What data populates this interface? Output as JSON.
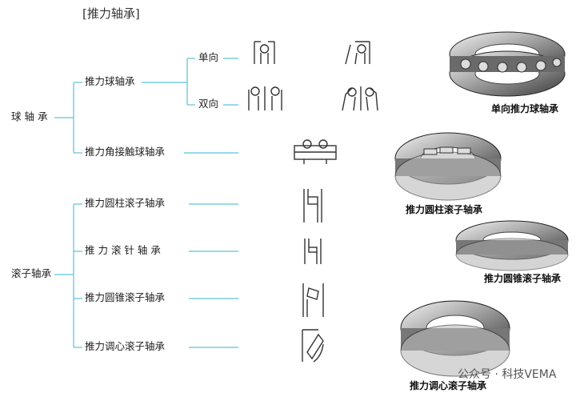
{
  "title": "[推力轴承]",
  "groups": {
    "ball": "球 轴 承",
    "roller": "滚子轴承"
  },
  "ball_items": {
    "thrust_ball": "推力球轴承",
    "single": "单向",
    "double": "双向",
    "angular": "推力角接触球轴承"
  },
  "roller_items": {
    "cylindrical": "推力圆柱滚子轴承",
    "needle": "推 力 滚 针 轴 承",
    "tapered": "推力圆锥滚子轴承",
    "spherical": "推力调心滚子轴承"
  },
  "photo_captions": {
    "p1": "单向推力球轴承",
    "p2": "推力圆柱滚子轴承",
    "p3": "推力圆锥滚子轴承",
    "p4": "推力调心滚子轴承"
  },
  "watermark": "公众号 · 科技VEMA",
  "colors": {
    "tree_line": "#5bc3d9",
    "symbol": "#333333"
  }
}
